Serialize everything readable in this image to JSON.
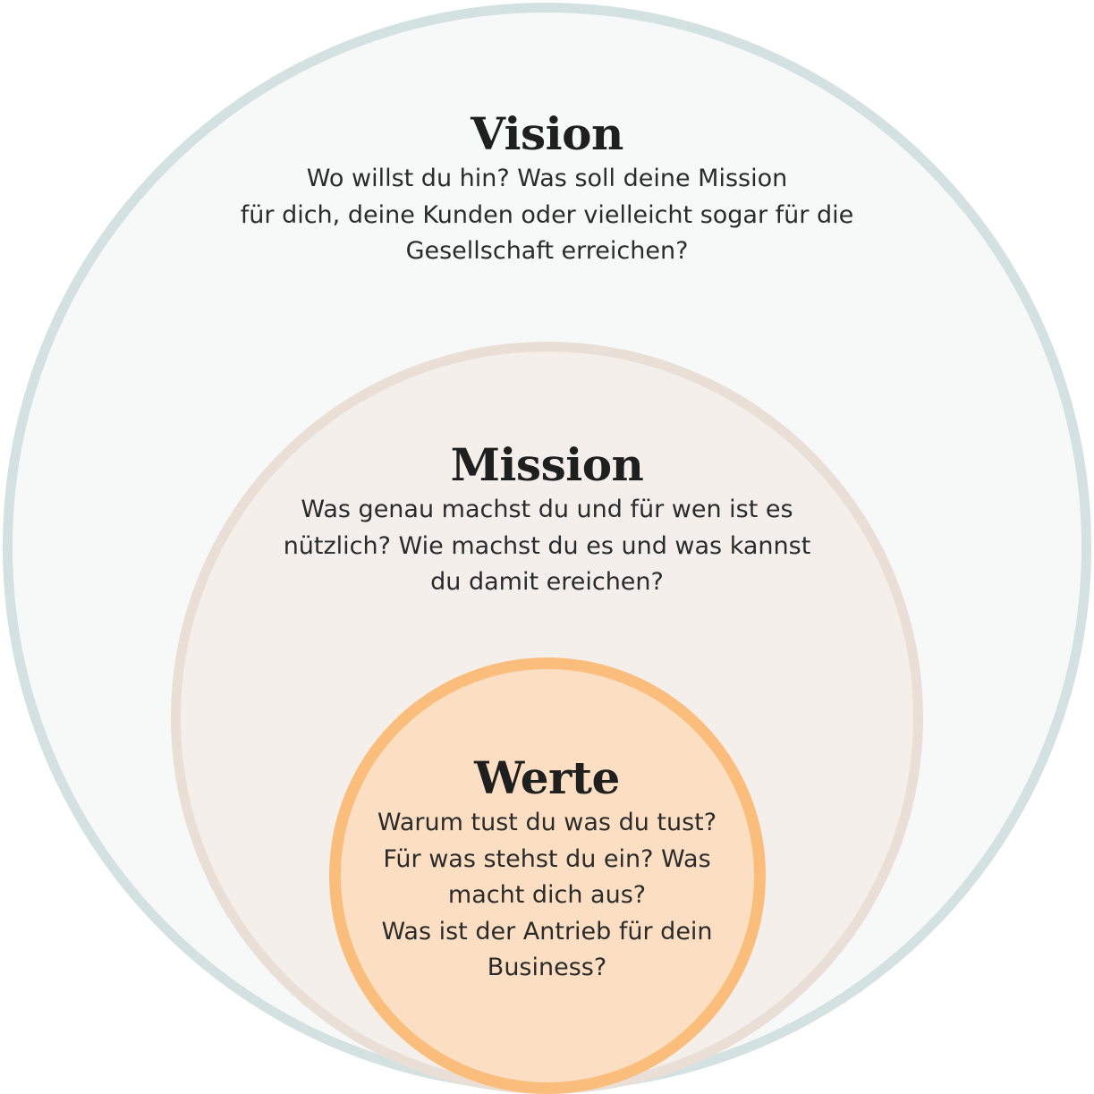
{
  "colors": {
    "vision_fill": "#f7f9f9",
    "vision_ring": "#d3e2e0",
    "mission_fill": "#f4efeb",
    "mission_ring": "#eadfd6",
    "werte_fill": "#fcdfc3",
    "werte_ring": "#fbbd7b"
  },
  "vision": {
    "title": "Vision",
    "lines": [
      "Wo willst du hin? Was soll deine Mission",
      "für dich, deine Kunden oder vielleicht sogar für die",
      "Gesellschaft erreichen?"
    ]
  },
  "mission": {
    "title": "Mission",
    "lines": [
      "Was genau machst du und für wen ist es",
      "nützlich? Wie machst du es und was kannst",
      "du damit ereichen?"
    ]
  },
  "werte": {
    "title": "Werte",
    "lines": [
      "Warum tust du was du tust?",
      "Für was stehst du ein? Was",
      "macht dich aus?",
      "Was ist der Antrieb für dein",
      "Business?"
    ]
  }
}
